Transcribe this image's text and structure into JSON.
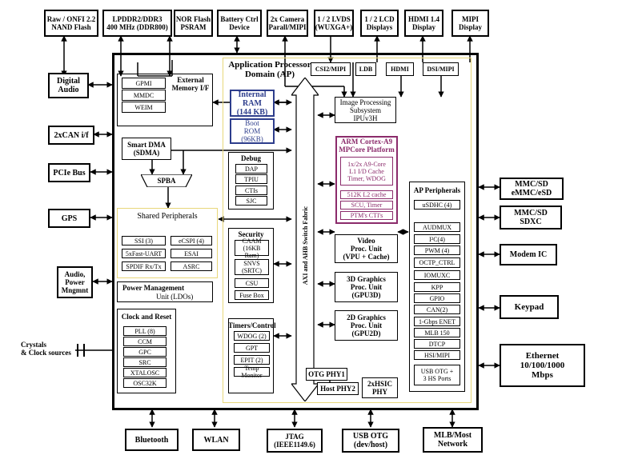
{
  "external_top": [
    {
      "id": "nand",
      "label": "Raw / ONFI 2.2\nNAND Flash"
    },
    {
      "id": "lpddr",
      "label": "LPDDR2/DDR3\n400 MHz (DDR800)"
    },
    {
      "id": "nor",
      "label": "NOR Flash\nPSRAM"
    },
    {
      "id": "battery",
      "label": "Battery Ctrl\nDevice"
    },
    {
      "id": "camera",
      "label": "2x Camera\nParall/MIPI"
    },
    {
      "id": "lvds",
      "label": "1 / 2 LVDS\n(WUXGA+)"
    },
    {
      "id": "lcd",
      "label": "1 / 2 LCD\nDisplays"
    },
    {
      "id": "hdmi_disp",
      "label": "HDMI 1.4\nDisplay"
    },
    {
      "id": "mipi_disp",
      "label": "MIPI\nDisplay"
    }
  ],
  "external_left": [
    {
      "id": "digital_audio",
      "label": "Digital\nAudio"
    },
    {
      "id": "can",
      "label": "2xCAN i/f"
    },
    {
      "id": "pcie",
      "label": "PCIe Bus"
    },
    {
      "id": "gps",
      "label": "GPS"
    },
    {
      "id": "audio_power",
      "label": "Audio,\nPower\nMngmnt"
    }
  ],
  "crystals_label": "Crystals\n& Clock sources",
  "external_right": [
    {
      "id": "mmc1",
      "label": "MMC/SD\neMMC/eSD"
    },
    {
      "id": "mmc2",
      "label": "MMC/SD\nSDXC"
    },
    {
      "id": "modem",
      "label": "Modem IC"
    },
    {
      "id": "keypad",
      "label": "Keypad"
    },
    {
      "id": "ethernet",
      "label": "Ethernet\n10/100/1000\nMbps"
    }
  ],
  "external_bottom": [
    {
      "id": "bluetooth",
      "label": "Bluetooth"
    },
    {
      "id": "wlan",
      "label": "WLAN"
    },
    {
      "id": "jtag",
      "label": "JTAG\n(IEEE1149.6)"
    },
    {
      "id": "usb_otg",
      "label": "USB OTG\n(dev/host)"
    },
    {
      "id": "mlb",
      "label": "MLB/Most\nNetwork"
    }
  ],
  "ap_domain_title": "Application Processor\nDomain (AP)",
  "display_ifaces": {
    "csi": "CSI2/MIPI",
    "ldb": "LDB",
    "hdmi": "HDMI",
    "dsi": "DSI/MIPI"
  },
  "ext_mem": {
    "title": "External\nMemory I/F",
    "items": [
      "GPMI",
      "MMDC",
      "WEIM"
    ]
  },
  "internal_ram": "Internal\nRAM\n(144 KB)",
  "boot_rom": "Boot\nROM\n(96KB)",
  "ipu": "Image Processing\nSubsystem\nIPUv3H",
  "sdma": "Smart DMA\n(SDMA)",
  "spba": "SPBA",
  "debug": {
    "title": "Debug",
    "items": [
      "DAP",
      "TPIU",
      "CTIs",
      "SJC"
    ]
  },
  "fabric": "AXI and AHB Switch Fabric",
  "arm": {
    "title": "ARM Cortex-A9\nMPCore Platform",
    "items": [
      "1x/2x A9-Core\nL1 I/D Cache\nTimer, WDOG",
      "512K L2 cache",
      "SCU, Timer",
      "PTM's CTI's"
    ]
  },
  "shared": {
    "title": "Shared Peripherals",
    "items": [
      "SSI (3)",
      "eCSPI (4)",
      "5xFast-UART",
      "ESAI",
      "SPDIF Rx/Tx",
      "ASRC"
    ]
  },
  "security": {
    "title": "Security",
    "items": [
      "CAAM\n(16KB Ram)",
      "SNVS\n(SRTC)",
      "CSU",
      "Fuse Box"
    ]
  },
  "vpu": "Video\nProc. Unit\n(VPU + Cache)",
  "gpu3d": "3D Graphics\nProc. Unit\n(GPU3D)",
  "gpu2d": "2D Graphics\nProc. Unit\n(GPU2D)",
  "power_mgmt": {
    "title": "Power Management",
    "sub": "Unit (LDOs)"
  },
  "clock": {
    "title": "Clock and Reset",
    "items": [
      "PLL (8)",
      "CCM",
      "GPC",
      "SRC",
      "XTALOSC",
      "OSC32K"
    ]
  },
  "timers": {
    "title": "Timers/Control",
    "items": [
      "WDOG (2)",
      "GPT",
      "EPIT (2)",
      "Temp Monitor"
    ]
  },
  "otg_phy1": "OTG PHY1",
  "host_phy2": "Host PHY2",
  "hsic": "2xHSIC\nPHY",
  "ap_periph": {
    "title": "AP Peripherals",
    "items": [
      "uSDHC (4)",
      "AUDMUX",
      "I²C(4)",
      "PWM (4)",
      "OCTP_CTRL",
      "IOMUXC",
      "KPP",
      "GPIO",
      "CAN(2)",
      "1-Gbps ENET",
      "MLB 150",
      "DTCP",
      "HSI/MIPI",
      "USB OTG +\n3 HS Ports"
    ]
  }
}
